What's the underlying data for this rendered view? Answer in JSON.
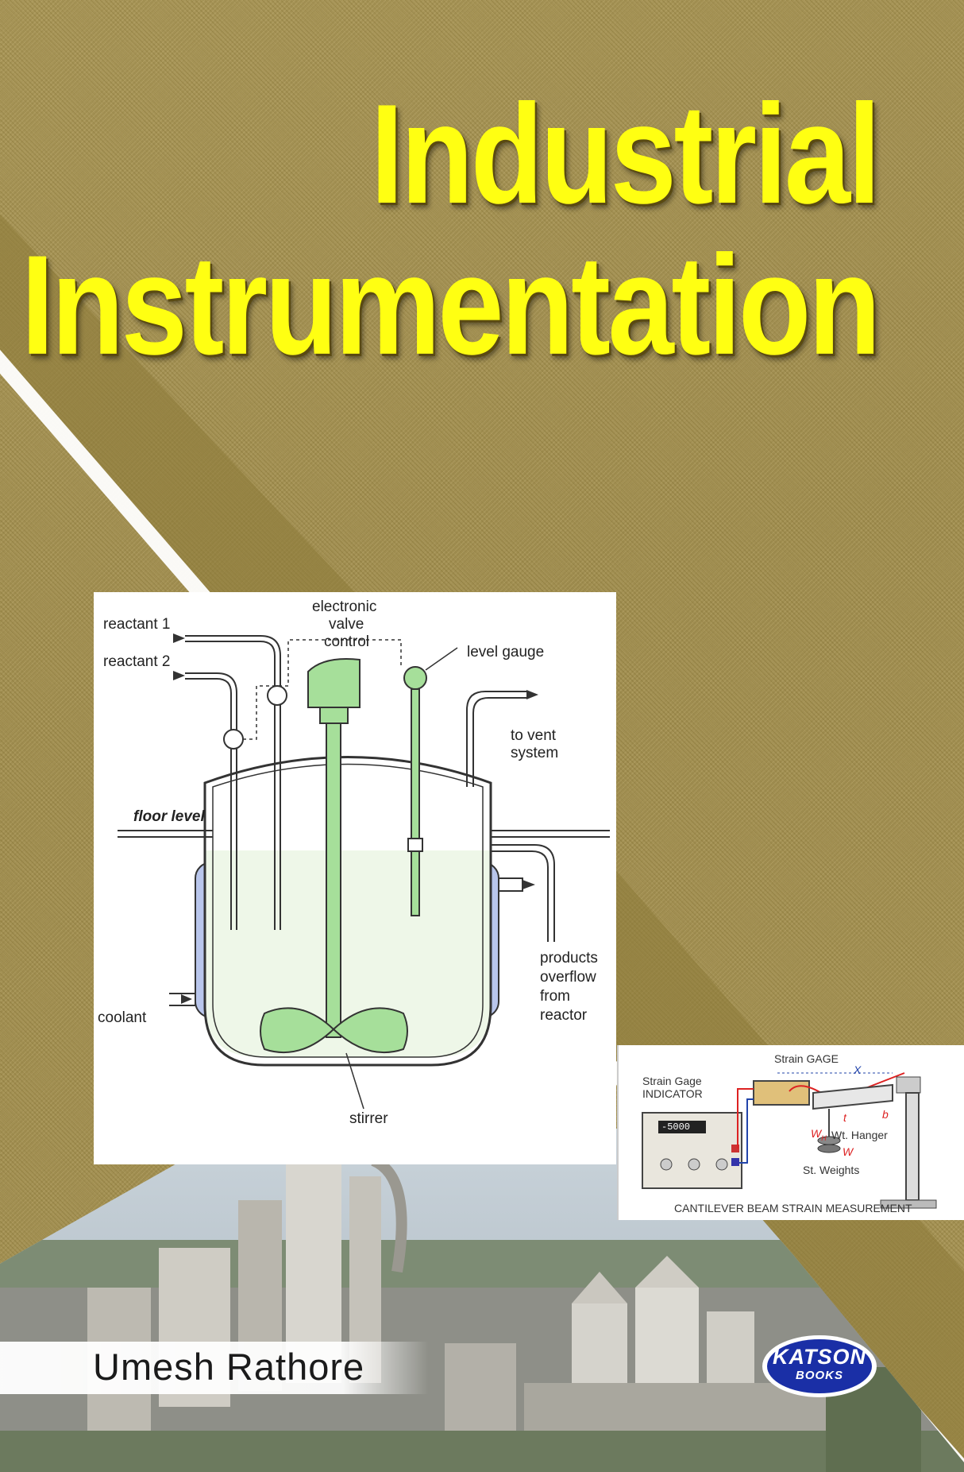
{
  "cover": {
    "title_line1": "Industrial",
    "title_line2": "Instrumentation",
    "author": "Umesh Rathore",
    "publisher_logo_line1": "KATSON",
    "publisher_logo_line2": "BOOKS"
  },
  "reactor_diagram": {
    "labels": {
      "reactant1": "reactant 1",
      "reactant2": "reactant 2",
      "valve_line1": "electronic",
      "valve_line2": "valve",
      "valve_line3": "control",
      "level_gauge": "level gauge",
      "vent_line1": "to vent",
      "vent_line2": "system",
      "floor_level": "floor level",
      "products_line1": "products",
      "products_line2": "overflow",
      "products_line3": "from",
      "products_line4": "reactor",
      "coolant": "coolant",
      "stirrer": "stirrer"
    }
  },
  "strain_diagram": {
    "labels": {
      "indicator_line1": "Strain Gage",
      "indicator_line2": "INDICATOR",
      "strain_gage": "Strain GAGE",
      "display_value": "-5000",
      "wt_hanger": "Wt. Hanger",
      "st_weights": "St. Weights",
      "caption": "CANTILEVER BEAM STRAIN MEASUREMENT",
      "sym_x": "X",
      "sym_t": "t",
      "sym_b": "b",
      "sym_wh": "W",
      "sym_wh_sub": "H",
      "sym_w": "W"
    }
  },
  "colors": {
    "background": "#a28f4f",
    "title": "#ffff12",
    "diagram_green": "#a6df9a",
    "liquid": "#eef7e8",
    "jacket": "#b9c6ec",
    "logo_blue": "#1a2fa6"
  }
}
